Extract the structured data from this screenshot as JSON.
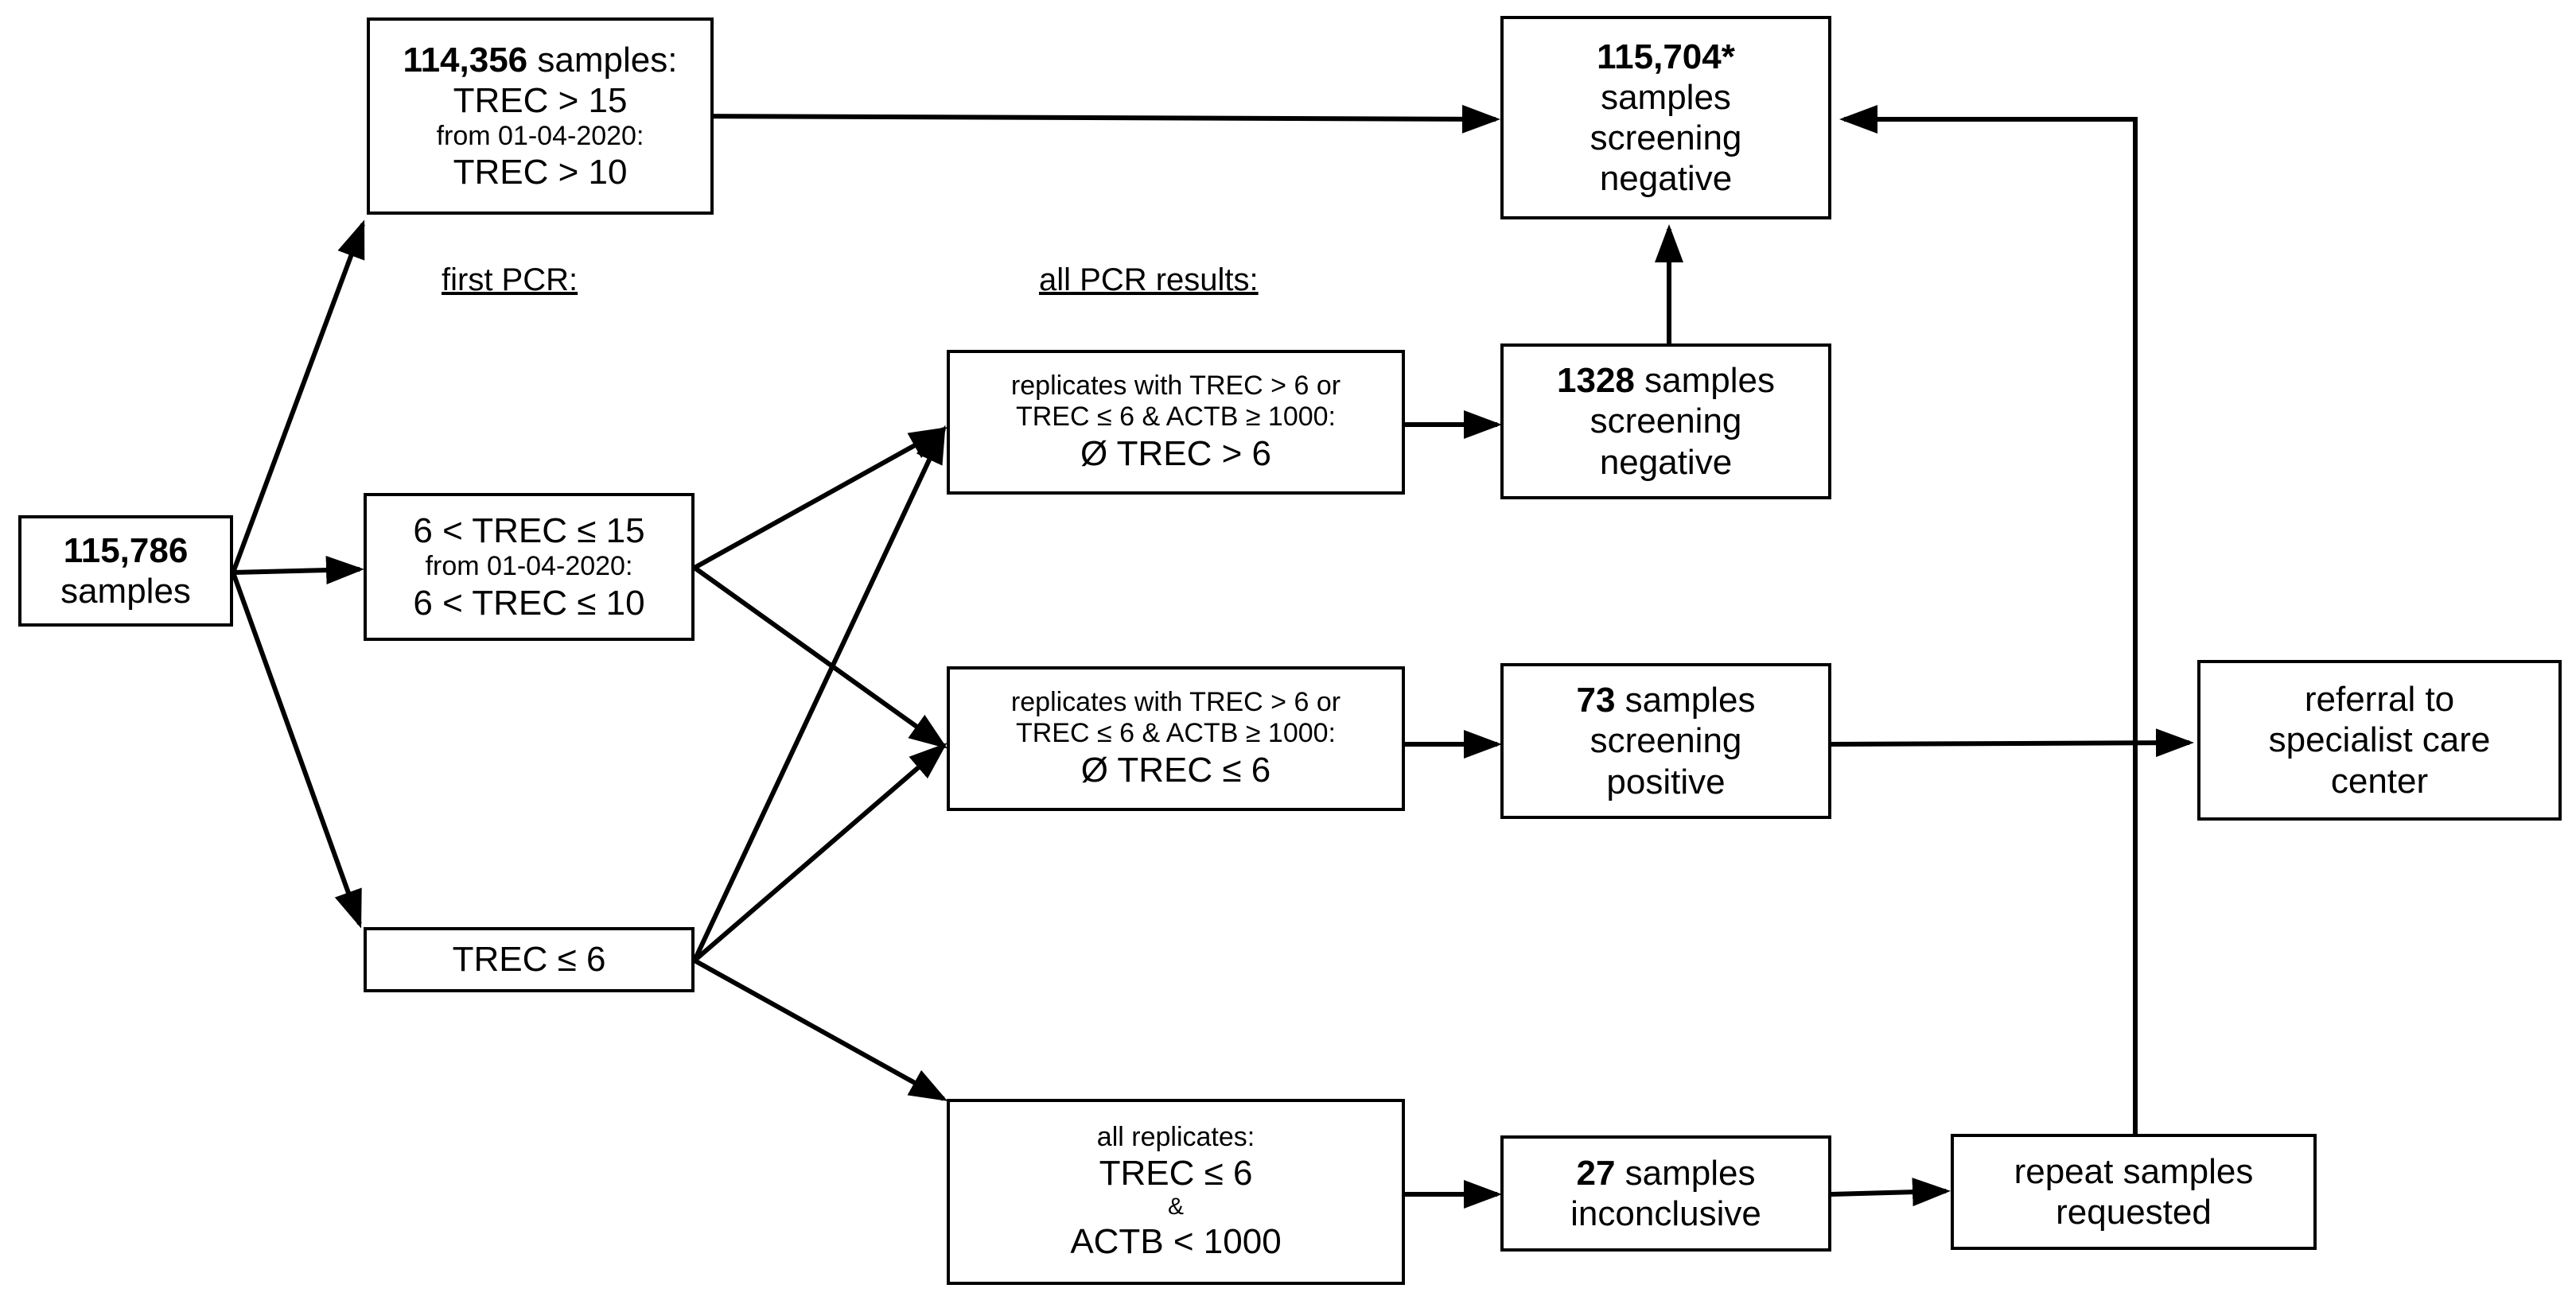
{
  "nodes": {
    "total": {
      "count": "115,786",
      "text": "samples"
    },
    "high": {
      "count": "114,356",
      "suffix": " samples:",
      "line2": "TREC > 15",
      "line3": "from 01-04-2020:",
      "line4": "TREC > 10"
    },
    "mid": {
      "line1": "6 < TREC ≤ 15",
      "line2": "from 01-04-2020:",
      "line3": "6 < TREC ≤ 10"
    },
    "low": {
      "line1": "TREC ≤ 6"
    },
    "rep_neg": {
      "line1": "replicates with TREC > 6 or",
      "line2": "TREC ≤ 6 & ACTB ≥ 1000:",
      "line3": "Ø TREC > 6"
    },
    "rep_pos": {
      "line1": "replicates with TREC > 6 or",
      "line2": "TREC ≤ 6 & ACTB ≥ 1000:",
      "line3": "Ø TREC ≤ 6"
    },
    "rep_all": {
      "line1": "all replicates:",
      "line2": "TREC ≤ 6",
      "line3": "&",
      "line4": "ACTB < 1000"
    },
    "neg_total": {
      "count": "115,704*",
      "line2": "samples",
      "line3": "screening",
      "line4": "negative"
    },
    "neg_1328": {
      "count": "1328",
      "suffix": " samples",
      "line2": "screening",
      "line3": "negative"
    },
    "pos_73": {
      "count": "73",
      "suffix": " samples",
      "line2": "screening",
      "line3": "positive"
    },
    "inc_27": {
      "count": "27",
      "suffix": " samples",
      "line2": "inconclusive"
    },
    "repeat": {
      "line1": "repeat samples",
      "line2": "requested"
    },
    "referral": {
      "line1": "referral to",
      "line2": "specialist care",
      "line3": "center"
    }
  },
  "labels": {
    "first_pcr": "first PCR:",
    "all_pcr": "all  PCR results:"
  }
}
